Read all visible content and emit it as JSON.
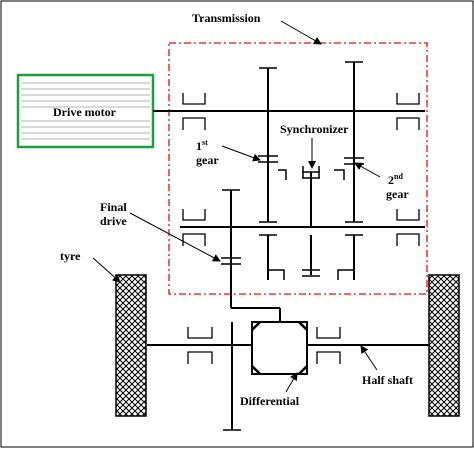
{
  "labels": {
    "transmission": "Transmission",
    "drive_motor": "Drive motor",
    "synchronizer": "Synchronizer",
    "gear1_num": "1",
    "gear1_sup": "st",
    "gear1_word": "gear",
    "gear2_num": "2",
    "gear2_sup": "nd",
    "gear2_word": "gear",
    "final_drive_line1": "Final",
    "final_drive_line2": "drive",
    "tyre": "tyre",
    "differential": "Differential",
    "half_shaft": "Half shaft"
  },
  "colors": {
    "transmission_border": "#e01010",
    "motor_border": "#1e9e3a",
    "motor_lines": "#9a9a9a",
    "line": "#000000"
  }
}
